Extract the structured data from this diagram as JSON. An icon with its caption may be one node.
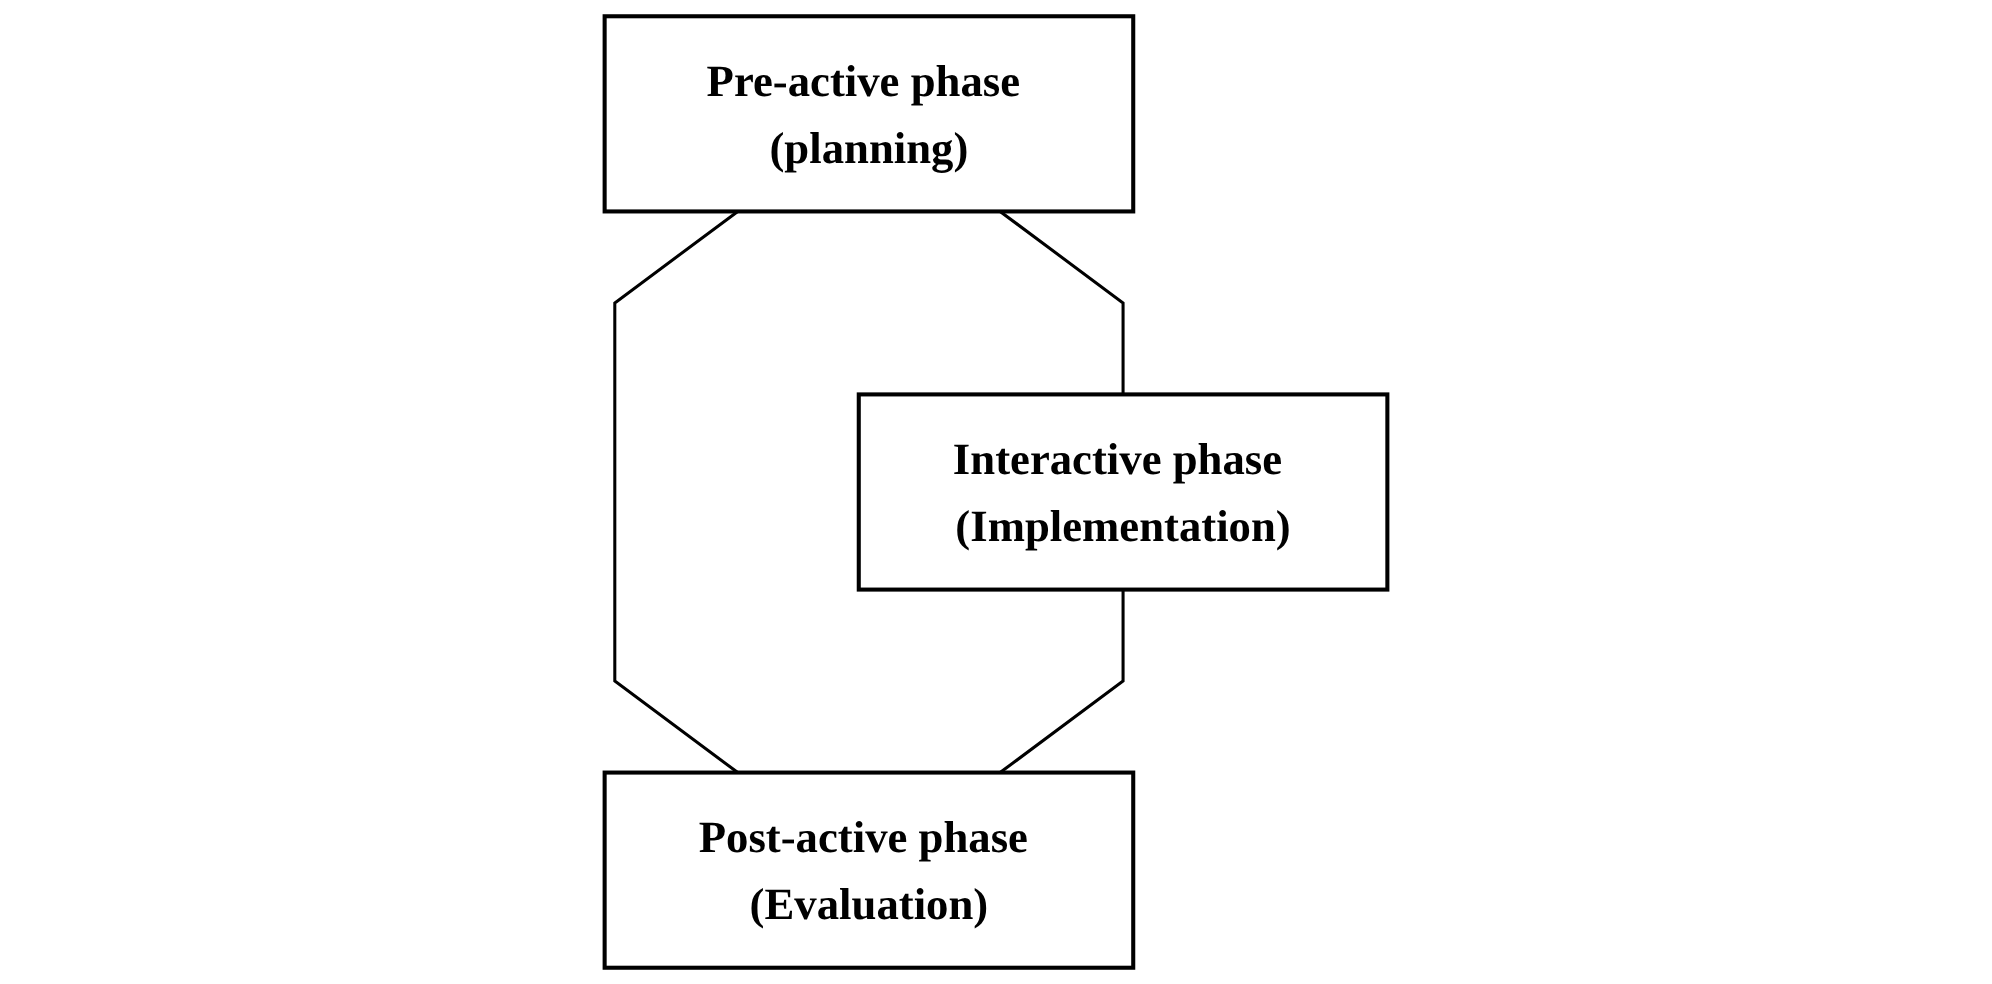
{
  "diagram": {
    "nodes": [
      {
        "text": [
          "Pre-active phase (planning)"
        ]
      },
      {
        "text": [
          "Interactive phase (Implementation)"
        ]
      },
      {
        "text": [
          "Post-active phase (Evaluation)"
        ]
      }
    ],
    "edges": [
      {
        "from": 0,
        "to": 1,
        "arrow": "none"
      },
      {
        "from": 0,
        "to": 2,
        "arrow": "none"
      },
      {
        "from": 1,
        "to": 2,
        "arrow": "none"
      }
    ]
  }
}
